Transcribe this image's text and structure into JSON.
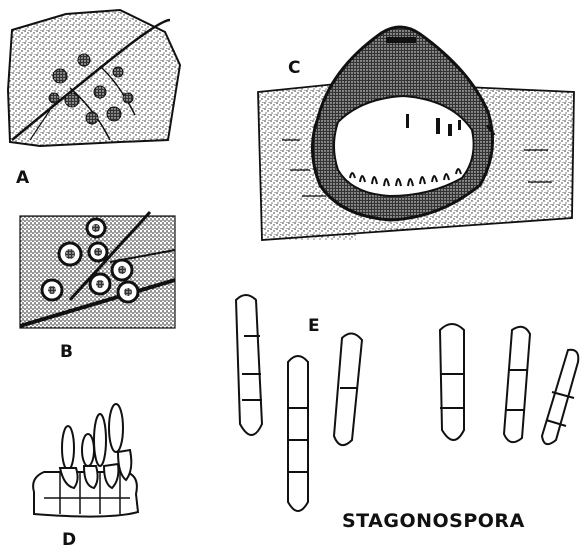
{
  "figure": {
    "panel_labels": {
      "a": "A",
      "b": "B",
      "c": "C",
      "d": "D",
      "e": "E"
    },
    "genus_name": "STAGONOSPORA",
    "ink_color": "#111111",
    "paper_color": "#ffffff"
  }
}
